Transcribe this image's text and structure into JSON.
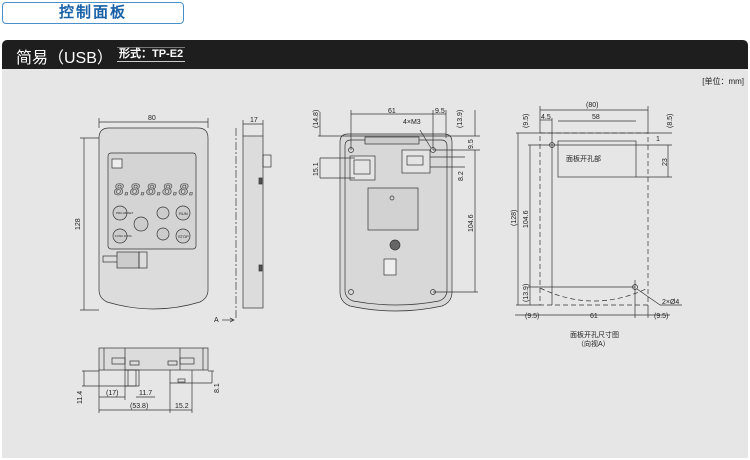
{
  "tab_title": "控制面板",
  "header": {
    "title": "简易（USB）",
    "model": "形式：TP-E2"
  },
  "unit": "[单位：mm]",
  "front": {
    "width": "80",
    "height": "128",
    "keys": [
      "PRG RESET",
      "FUNC DATA",
      "RUN",
      "STOP"
    ],
    "display": "8.8.8.8.8.",
    "label_a": "A"
  },
  "side": {
    "depth": "17"
  },
  "back": {
    "w61": "61",
    "w95": "9.5",
    "h148": "(14.8)",
    "h139": "(13.9)",
    "m3": "4×M3",
    "h151": "15.1",
    "h95": "9.5",
    "h82": "8.2",
    "h1046": "104.6"
  },
  "cutout": {
    "w80": "(80)",
    "w45": "4.5",
    "w58": "58",
    "h95": "(9.5)",
    "h85": "(8.5)",
    "h1": "1",
    "h23": "23",
    "h128": "(128)",
    "h1046": "104.6",
    "h139": "(13.9)",
    "bl95": "(9.5)",
    "b61": "61",
    "br95": "(9.5)",
    "hole": "2×Ø4",
    "area": "面板开孔部",
    "caption1": "面板开孔尺寸图",
    "caption2": "（向视A）"
  },
  "bottom": {
    "d17": "(17)",
    "d117": "11.7",
    "d114": "11.4",
    "d538": "(53.8)",
    "d152": "15.2",
    "d81": "8.1"
  }
}
